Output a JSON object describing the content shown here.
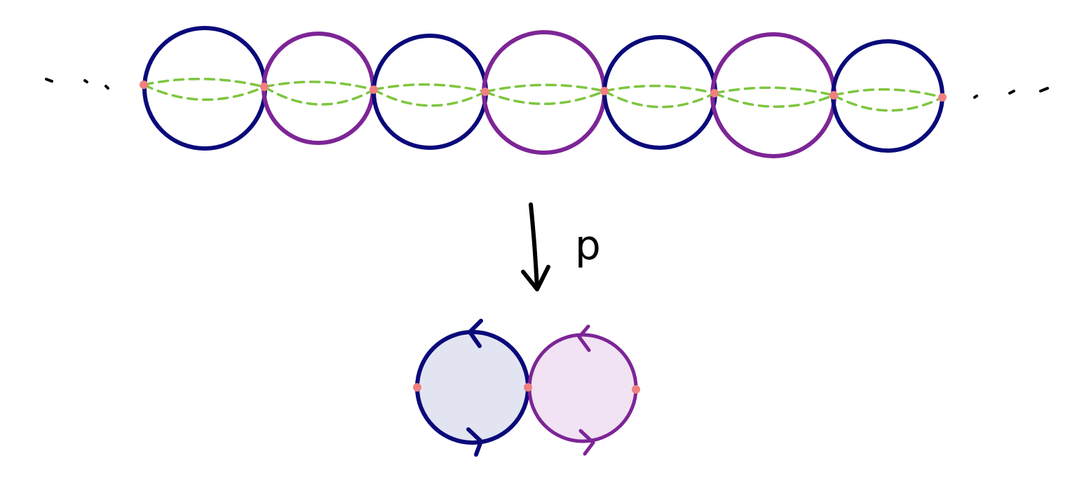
{
  "colors": {
    "dark_blue": "#0a0a7a",
    "purple": "#7d2596",
    "green_dashes": "#7dc63f",
    "salmon_points": "#f08080",
    "ink": "#000000",
    "blue_fill": "#e3e4f1",
    "purple_fill": "#f1e3f3"
  },
  "cover": {
    "leading_ellipsis": true,
    "trailing_ellipsis": true,
    "circle_pattern": [
      "dark_blue",
      "purple",
      "dark_blue",
      "purple",
      "dark_blue",
      "purple",
      "dark_blue"
    ]
  },
  "map": {
    "label": "p",
    "icon": "down-arrow-icon"
  },
  "base": {
    "circles": [
      "dark_blue",
      "purple"
    ],
    "orientation_arrows": [
      "counterclockwise",
      "counterclockwise"
    ]
  }
}
